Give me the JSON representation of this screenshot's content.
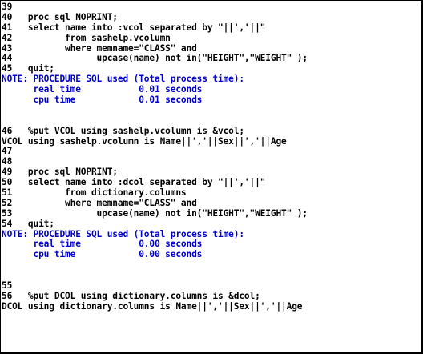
{
  "log": {
    "lines": [
      {
        "text": "39",
        "kind": "source"
      },
      {
        "text": "40   proc sql NOPRINT;",
        "kind": "source"
      },
      {
        "text": "41   select name into :vcol separated by \"||','||\"",
        "kind": "source"
      },
      {
        "text": "42          from sashelp.vcolumn",
        "kind": "source"
      },
      {
        "text": "43          where memname=\"CLASS\" and",
        "kind": "source"
      },
      {
        "text": "44                upcase(name) not in(\"HEIGHT\",\"WEIGHT\" );",
        "kind": "source"
      },
      {
        "text": "45   quit;",
        "kind": "source"
      },
      {
        "text": "NOTE: PROCEDURE SQL used (Total process time):",
        "kind": "note"
      },
      {
        "text": "      real time           0.01 seconds",
        "kind": "note"
      },
      {
        "text": "      cpu time            0.01 seconds",
        "kind": "note"
      },
      {
        "text": "",
        "kind": "source"
      },
      {
        "text": "",
        "kind": "source"
      },
      {
        "text": "46   %put VCOL using sashelp.vcolumn is &vcol;",
        "kind": "source"
      },
      {
        "text": "VCOL using sashelp.vcolumn is Name||','||Sex||','||Age",
        "kind": "source"
      },
      {
        "text": "47",
        "kind": "source"
      },
      {
        "text": "48",
        "kind": "source"
      },
      {
        "text": "49   proc sql NOPRINT;",
        "kind": "source"
      },
      {
        "text": "50   select name into :dcol separated by \"||','||\"",
        "kind": "source"
      },
      {
        "text": "51          from dictionary.columns",
        "kind": "source"
      },
      {
        "text": "52          where memname=\"CLASS\" and",
        "kind": "source"
      },
      {
        "text": "53                upcase(name) not in(\"HEIGHT\",\"WEIGHT\" );",
        "kind": "source"
      },
      {
        "text": "54   quit;",
        "kind": "source"
      },
      {
        "text": "NOTE: PROCEDURE SQL used (Total process time):",
        "kind": "note"
      },
      {
        "text": "      real time           0.00 seconds",
        "kind": "note"
      },
      {
        "text": "      cpu time            0.00 seconds",
        "kind": "note"
      },
      {
        "text": "",
        "kind": "source"
      },
      {
        "text": "",
        "kind": "source"
      },
      {
        "text": "55",
        "kind": "source"
      },
      {
        "text": "56   %put DCOL using dictionary.columns is &dcol;",
        "kind": "source"
      },
      {
        "text": "DCOL using dictionary.columns is Name||','||Sex||','||Age",
        "kind": "source"
      }
    ]
  },
  "colors": {
    "source_text": "#000000",
    "note_text": "#0000c8",
    "background": "#ffffff"
  }
}
